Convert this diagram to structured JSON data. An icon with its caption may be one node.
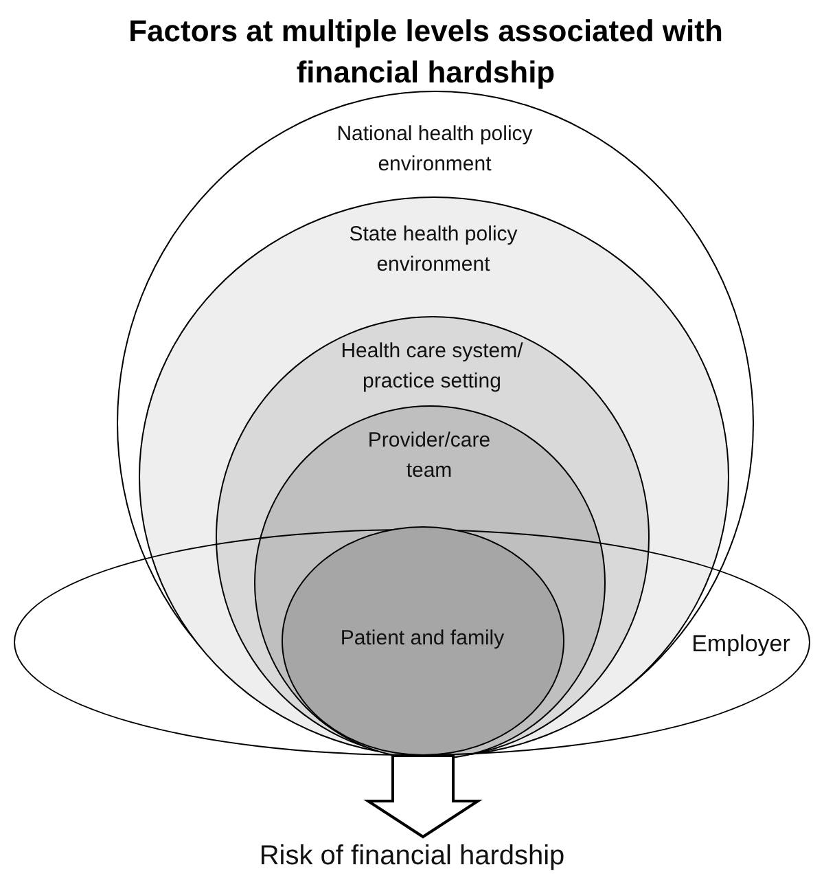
{
  "diagram": {
    "title": "Factors at multiple levels associated with financial hardship",
    "nodes": [
      {
        "text": [
          "National health policy environment"
        ]
      },
      {
        "text": [
          "State health policy environment"
        ],
        "in": 0
      },
      {
        "text": [
          "Health care system/ practice setting"
        ],
        "in": 1
      },
      {
        "text": [
          "Provider/care team"
        ],
        "in": 2
      },
      {
        "text": [
          "Patient and family"
        ]
      },
      {
        "text": [
          "Employer"
        ]
      },
      {
        "text": [
          "Risk of financial hardship"
        ]
      }
    ],
    "edges": [
      {
        "from": 4,
        "to": 6,
        "arrow": "to",
        "style": "thick"
      }
    ]
  }
}
